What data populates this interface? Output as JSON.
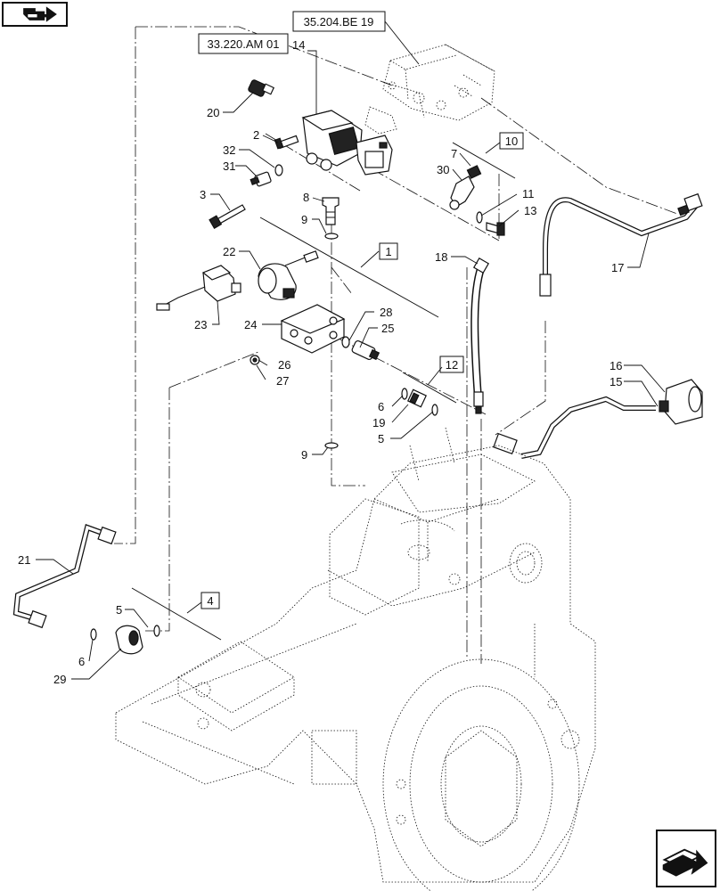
{
  "diagram": {
    "reference_boxes": {
      "ref_top": "35.204.BE 19",
      "ref_valve": "33.220.AM 01"
    },
    "group_labels": [
      "1",
      "4",
      "10",
      "12"
    ],
    "callouts": [
      "14",
      "20",
      "2",
      "32",
      "31",
      "3",
      "8",
      "9",
      "22",
      "23",
      "24",
      "28",
      "25",
      "26",
      "27",
      "6",
      "19",
      "5",
      "9",
      "7",
      "30",
      "11",
      "13",
      "18",
      "17",
      "16",
      "15",
      "21",
      "5",
      "6",
      "29"
    ]
  },
  "navigation": {
    "prev_icon": "previous-page-arrow-icon",
    "next_icon": "next-page-arrow-icon"
  }
}
